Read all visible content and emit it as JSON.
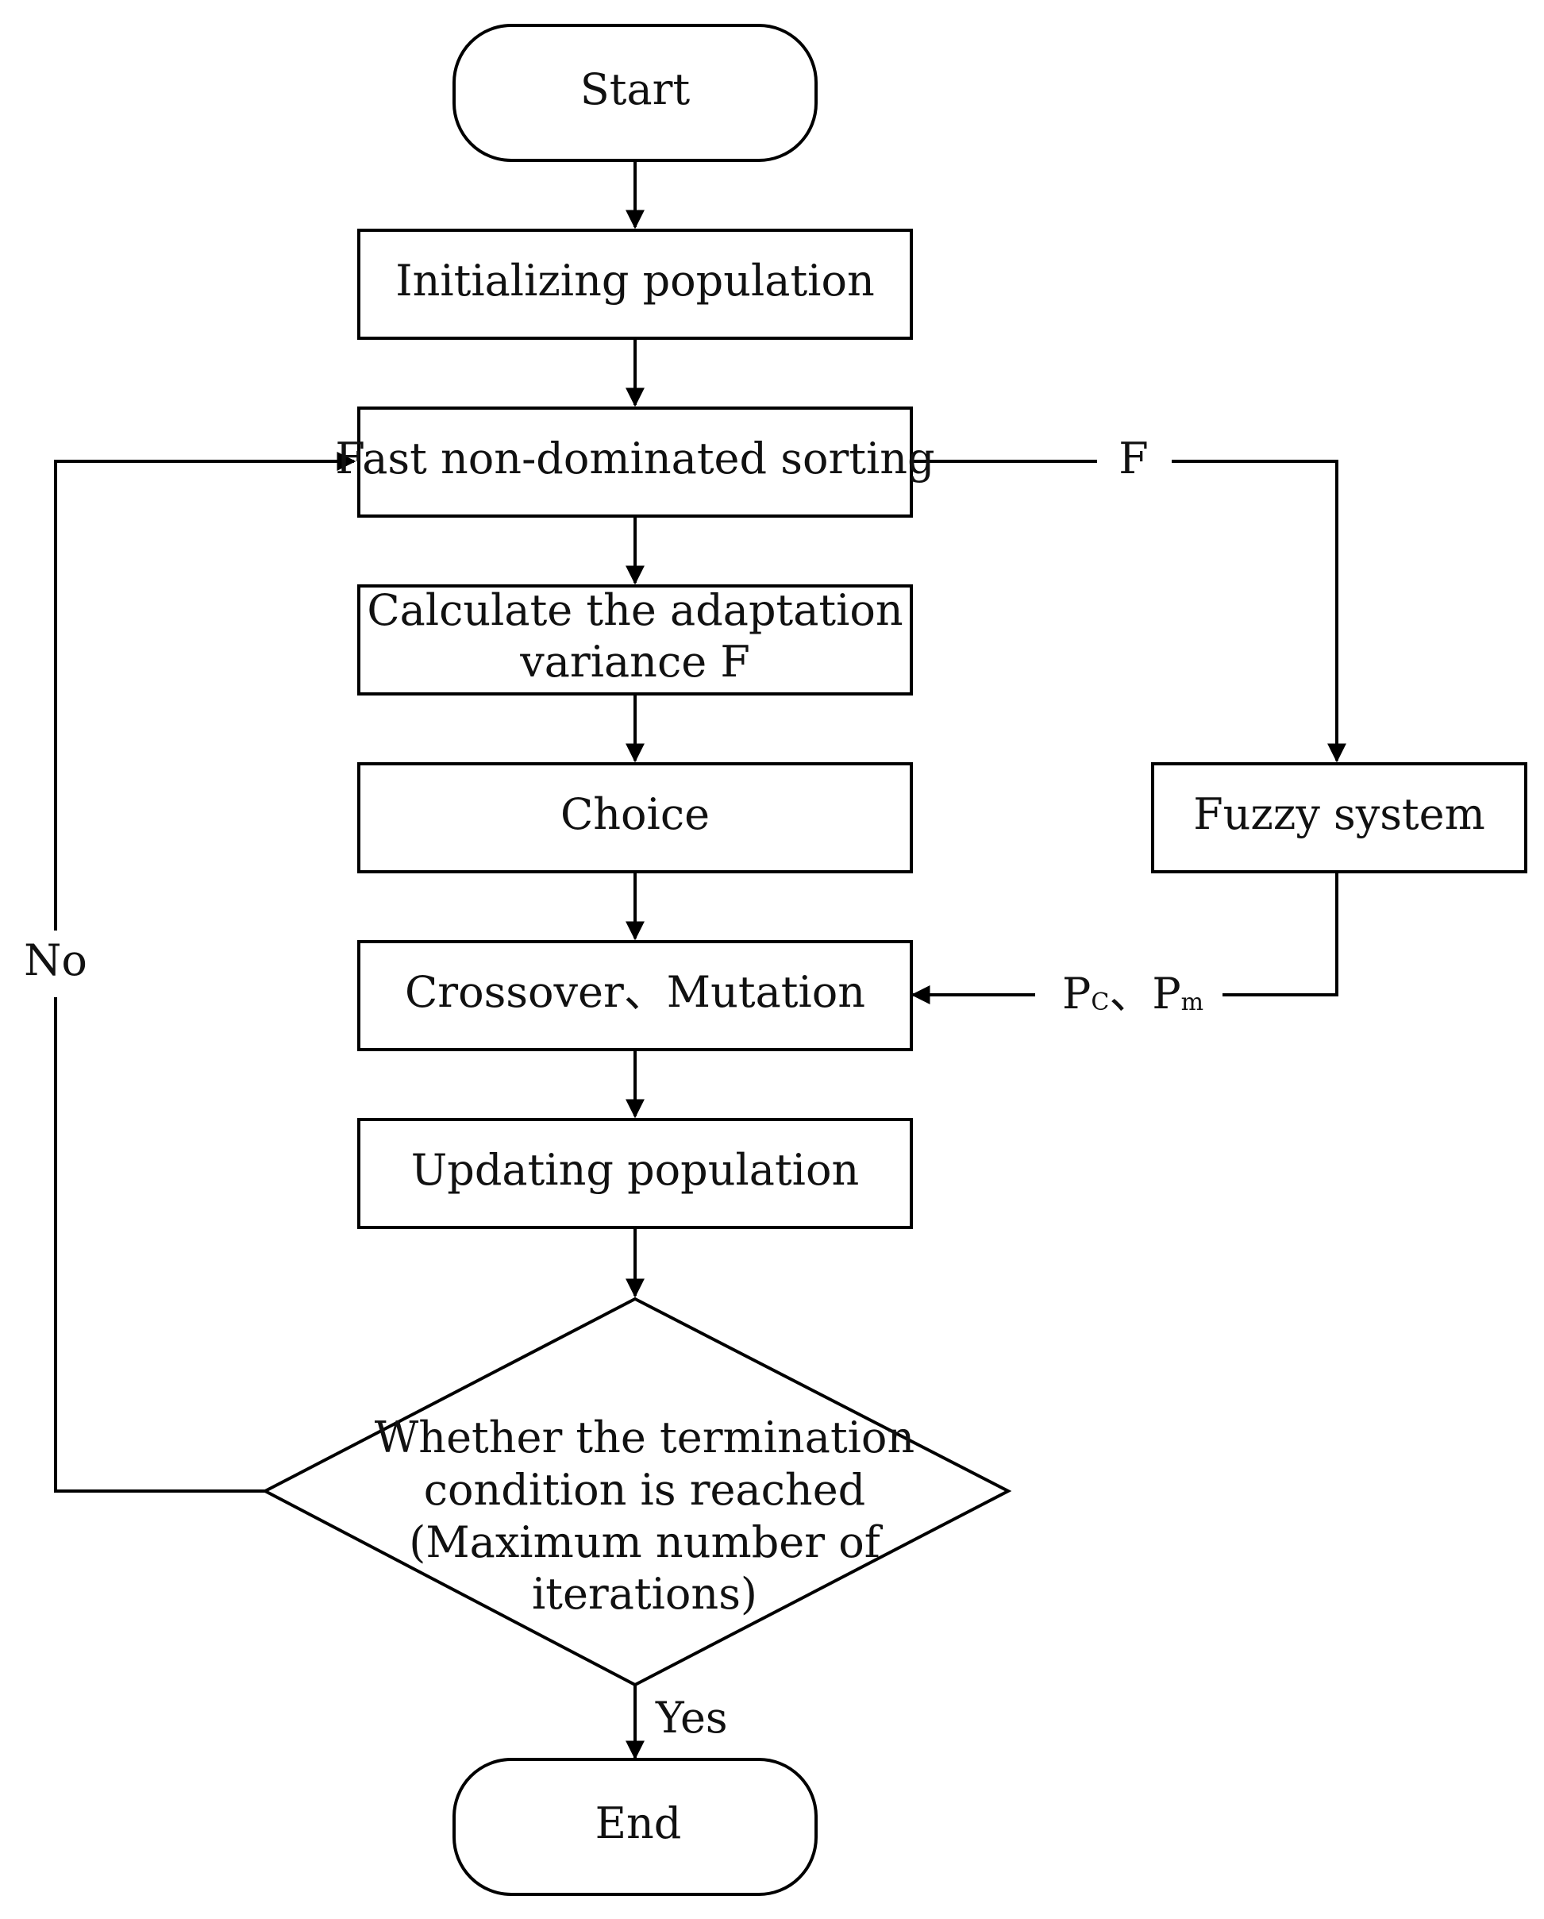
{
  "nodes": {
    "start": "Start",
    "init": "Initializing population",
    "sort": "Fast non-dominated sorting",
    "calc_line1": "Calculate the adaptation",
    "calc_line2": "variance F",
    "choice": "Choice",
    "crossover": "Crossover、Mutation",
    "update": "Updating population",
    "decision_line1": "Whether the termination",
    "decision_line2": "condition is reached",
    "decision_line3": "(Maximum number of",
    "decision_line4": "iterations)",
    "fuzzy": "Fuzzy system",
    "end": "End"
  },
  "edge_labels": {
    "f": "F",
    "pc_main": "P",
    "pc_sub": "C",
    "separator": "、",
    "pm_main": "P",
    "pm_sub": "m",
    "no": "No",
    "yes": "Yes"
  }
}
